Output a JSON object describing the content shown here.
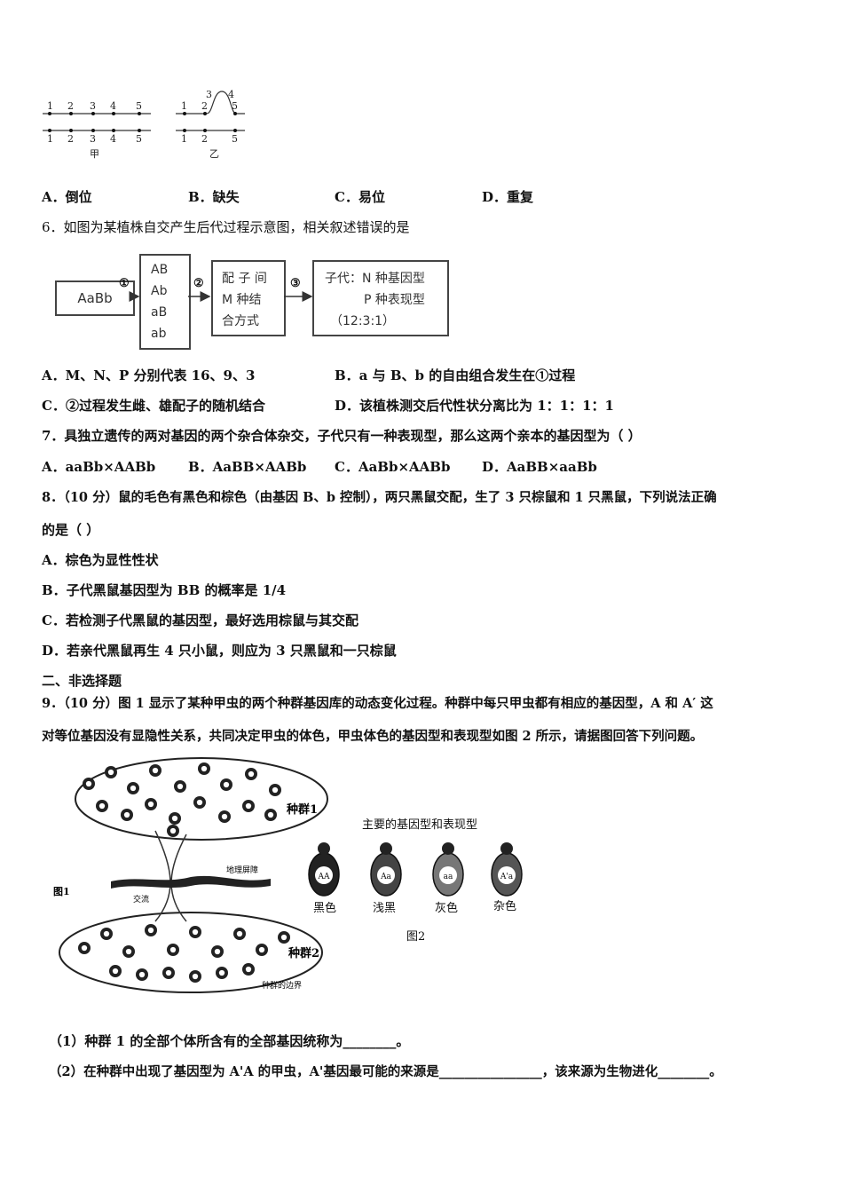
{
  "chromosome_figure": {
    "jia": {
      "top_labels": [
        "1",
        "2",
        "3",
        "4",
        "5"
      ],
      "bottom_labels": [
        "1",
        "2",
        "3",
        "4",
        "5"
      ],
      "caption": "甲"
    },
    "yi": {
      "top_labels": [
        "1",
        "2",
        "3",
        "4",
        "5"
      ],
      "bottom_labels": [
        "1",
        "2",
        "5"
      ],
      "caption": "乙"
    }
  },
  "q5_options": [
    "A．倒位",
    "B．缺失",
    "C．易位",
    "D．重复"
  ],
  "q6": {
    "stem": "6．如图为某植株自交产生后代过程示意图，相关叙述错误的是",
    "flow": {
      "parent": "AaBb",
      "step1": "①",
      "gametes": [
        "AB",
        "Ab",
        "aB",
        "ab"
      ],
      "step2": "②",
      "combo_lines": [
        "配 子 间",
        "M  种结",
        "合方式"
      ],
      "step3": "③",
      "offspring_lines": [
        "子代：N 种基因型",
        "P 种表现型",
        "（12:3:1）"
      ]
    },
    "options": [
      "A．M、N、P 分别代表 16、9、3",
      "B．a 与 B、b 的自由组合发生在①过程",
      "C．②过程发生雌、雄配子的随机结合",
      "D．该植株测交后代性状分离比为 1：1：1：1"
    ]
  },
  "q7": {
    "stem": "7．具独立遗传的两对基因的两个杂合体杂交，子代只有一种表现型，那么这两个亲本的基因型为（   ）",
    "options": [
      "A．aaBb×AABb",
      "B．AaBB×AABb",
      "C．AaBb×AABb",
      "D．AaBB×aaBb"
    ]
  },
  "q8": {
    "stem_line1": "8．（10 分）鼠的毛色有黑色和棕色（由基因 B、b 控制），两只黑鼠交配，生了 3 只棕鼠和 1 只黑鼠，下列说法正确",
    "stem_line2": "的是（        ）",
    "options": [
      "A．棕色为显性性状",
      "B．子代黑鼠基因型为 BB 的概率是 1/4",
      "C．若检测子代黑鼠的基因型，最好选用棕鼠与其交配",
      "D．若亲代黑鼠再生 4 只小鼠，则应为 3 只黑鼠和一只棕鼠"
    ]
  },
  "section2": "二、非选择题",
  "q9": {
    "stem_line1": "9．（10 分）图 1 显示了某种甲虫的两个种群基因库的动态变化过程。种群中每只甲虫都有相应的基因型，A 和 A′ 这",
    "stem_line2": "对等位基因没有显隐性关系，共同决定甲虫的体色，甲虫体色的基因型和表现型如图 2 所示，请据图回答下列问题。",
    "fig1": {
      "label": "图1",
      "pop1": "种群1",
      "pop2": "种群2",
      "barrier": "地理屏障",
      "exchange": "交流",
      "boundary": "种群的边界"
    },
    "fig2": {
      "title": "主要的基因型和表现型",
      "label": "图2",
      "beetles": [
        {
          "genotype": "AA",
          "phenotype": "黑色",
          "color": "#222222"
        },
        {
          "genotype": "Aa",
          "phenotype": "浅黑",
          "color": "#444444"
        },
        {
          "genotype": "aa",
          "phenotype": "灰色",
          "color": "#777777"
        },
        {
          "genotype": "A'a",
          "phenotype": "杂色",
          "color": "#555555"
        }
      ]
    },
    "sub1": "（1）种群 1 的全部个体所含有的全部基因统称为________。",
    "sub2": "（2）在种群中出现了基因型为 A'A 的甲虫，A'基因最可能的来源是________________，该来源为生物进化________。"
  }
}
